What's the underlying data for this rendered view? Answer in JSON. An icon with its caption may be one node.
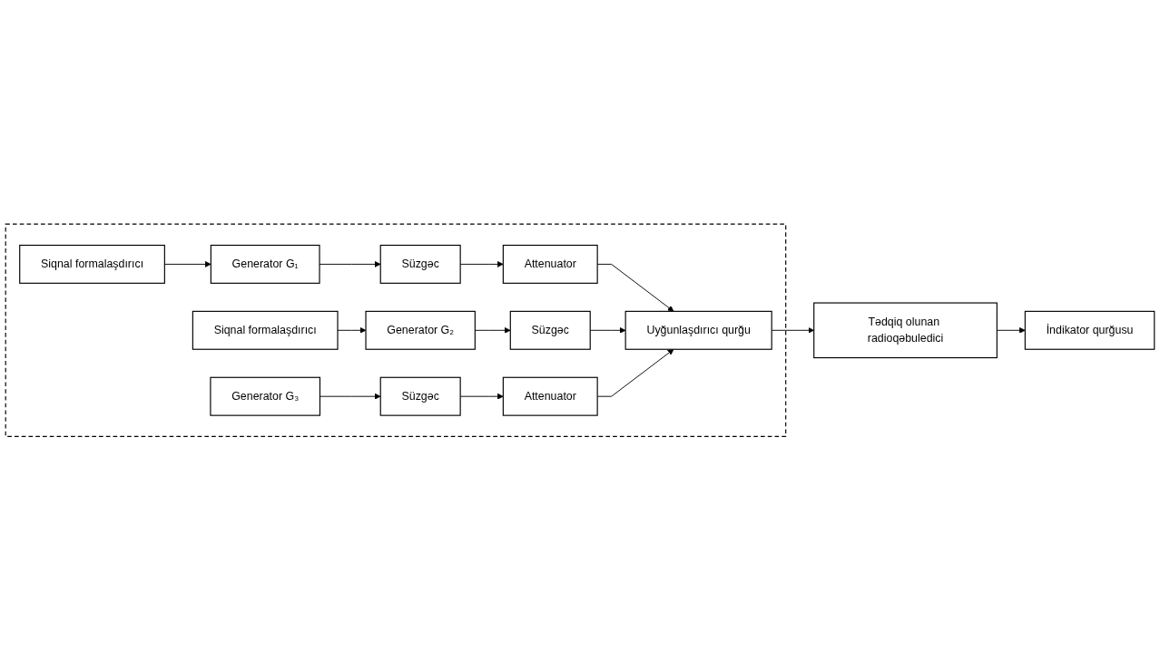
{
  "diagram": {
    "nodes": [
      {
        "text": [],
        "shape": "box"
      },
      {
        "text": [
          "Siqnal formalaşdırıcı"
        ],
        "in": 0
      },
      {
        "text": [
          "Generator G₁"
        ],
        "in": 0
      },
      {
        "text": [
          "Süzgəc"
        ],
        "in": 0
      },
      {
        "text": [
          "Attenuator"
        ],
        "in": 0
      },
      {
        "text": [
          "Siqnal formalaşdırıcı"
        ],
        "in": 0
      },
      {
        "text": [
          "Generator G₂"
        ],
        "in": 0
      },
      {
        "text": [
          "Süzgəc"
        ],
        "in": 0
      },
      {
        "text": [
          "Uyğunlaşdırıcı qurğu"
        ],
        "in": 0
      },
      {
        "text": [
          "Generator G₃"
        ],
        "in": 0
      },
      {
        "text": [
          "Süzgəc"
        ],
        "in": 0
      },
      {
        "text": [
          "Attenuator"
        ],
        "in": 0
      },
      {
        "text": [
          "Tədqiq olunan radioqəbuledici"
        ]
      },
      {
        "text": [
          "İndikator qurğusu"
        ]
      }
    ],
    "edges": [
      {
        "from": 1,
        "to": 2,
        "arrow": "to"
      },
      {
        "from": 2,
        "to": 3,
        "arrow": "to"
      },
      {
        "from": 3,
        "to": 4,
        "arrow": "to"
      },
      {
        "from": 4,
        "to": 8,
        "arrow": "to"
      },
      {
        "from": 5,
        "to": 6,
        "arrow": "to"
      },
      {
        "from": 6,
        "to": 7,
        "arrow": "to"
      },
      {
        "from": 7,
        "to": 8,
        "arrow": "to"
      },
      {
        "from": 9,
        "to": 10,
        "arrow": "to"
      },
      {
        "from": 10,
        "to": 11,
        "arrow": "to"
      },
      {
        "from": 11,
        "to": 8,
        "arrow": "to"
      },
      {
        "from": 8,
        "to": 12,
        "arrow": "to"
      },
      {
        "from": 12,
        "to": 13,
        "arrow": "to"
      }
    ]
  }
}
